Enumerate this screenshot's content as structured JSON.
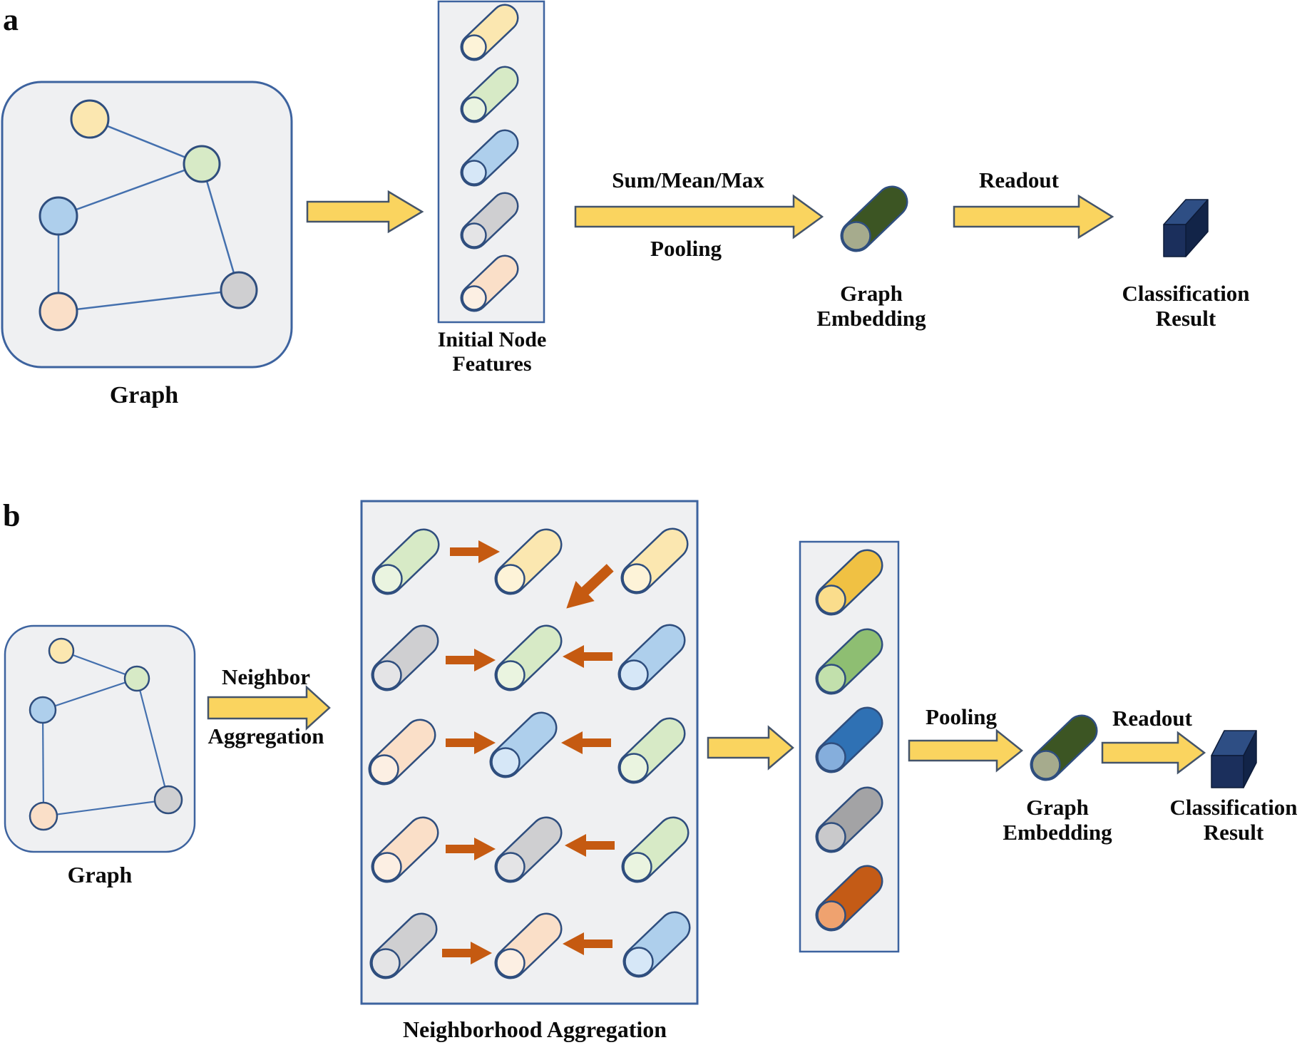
{
  "figure": {
    "type": "gnn-graph-classification-diagram",
    "panel_a": {
      "section_label": "a",
      "graph_label": "Graph",
      "graph_nodes": [
        "yellow",
        "green",
        "blue",
        "gray",
        "peach"
      ],
      "graph_edges": [
        [
          "yellow",
          "green"
        ],
        [
          "blue",
          "green"
        ],
        [
          "blue",
          "peach"
        ],
        [
          "peach",
          "gray"
        ],
        [
          "green",
          "gray"
        ]
      ],
      "features_label": "Initial Node\nFeatures",
      "feature_vectors": [
        "yellow",
        "green",
        "blue",
        "gray",
        "peach"
      ],
      "pooling_arrow_top": "Sum/Mean/Max",
      "pooling_arrow_bottom": "Pooling",
      "embedding_label": "Graph\nEmbedding",
      "readout_label": "Readout",
      "result_label": "Classification\nResult"
    },
    "panel_b": {
      "section_label": "b",
      "graph_label": "Graph",
      "graph_nodes": [
        "yellow",
        "green",
        "blue",
        "gray",
        "peach"
      ],
      "graph_edges": [
        [
          "yellow",
          "green"
        ],
        [
          "blue",
          "green"
        ],
        [
          "blue",
          "peach"
        ],
        [
          "peach",
          "gray"
        ],
        [
          "green",
          "gray"
        ]
      ],
      "neighbor_arrow_top": "Neighbor",
      "neighbor_arrow_bottom": "Aggregation",
      "aggregation_box_label": "Neighborhood Aggregation",
      "aggregation_rows": [
        {
          "left": "green",
          "center": "yellow",
          "right": "yellow",
          "arrows": [
            "left-into-center",
            "right-diagonal-down-to-row2-center"
          ]
        },
        {
          "left": "gray",
          "center": "green",
          "right": "blue",
          "arrows": [
            "left-into-center",
            "right-into-center"
          ]
        },
        {
          "left": "peach",
          "center": "blue",
          "right": "green",
          "arrows": [
            "left-into-center",
            "right-into-center"
          ]
        },
        {
          "left": "peach",
          "center": "gray",
          "right": "green",
          "arrows": [
            "left-into-center",
            "right-into-center"
          ]
        },
        {
          "left": "gray",
          "center": "peach",
          "right": "blue",
          "arrows": [
            "left-into-center",
            "right-into-center"
          ]
        }
      ],
      "updated_vectors": [
        "gold",
        "green",
        "blue",
        "gray",
        "orange"
      ],
      "pooling_label": "Pooling",
      "embedding_label": "Graph\nEmbedding",
      "readout_label": "Readout",
      "result_label": "Classification\nResult"
    },
    "palette": {
      "box_fill": "#EFF0F2",
      "box_border": "#3D639F",
      "node_border": "#2F4E7E",
      "edge_line": "#4470AE",
      "arrow_yellow_fill": "#FAD45F",
      "arrow_yellow_border": "#44546A",
      "arrow_orange": "#C55A11",
      "pale_yellow": "#FBE7B0",
      "pale_green": "#D7EAC6",
      "pale_blue": "#AECFEC",
      "pale_gray": "#CFCFD1",
      "pale_peach": "#FADFC8",
      "gold": "#F0C143",
      "green": "#8EBE72",
      "blue": "#2F71B4",
      "gray": "#A3A3A5",
      "orange": "#C45B16",
      "embedding_dark_green": "#3C5523",
      "embedding_face": "#A6AB8D",
      "cube_top": "#2E4E84",
      "cube_front": "#1B2F5C",
      "cube_side": "#122448"
    }
  }
}
